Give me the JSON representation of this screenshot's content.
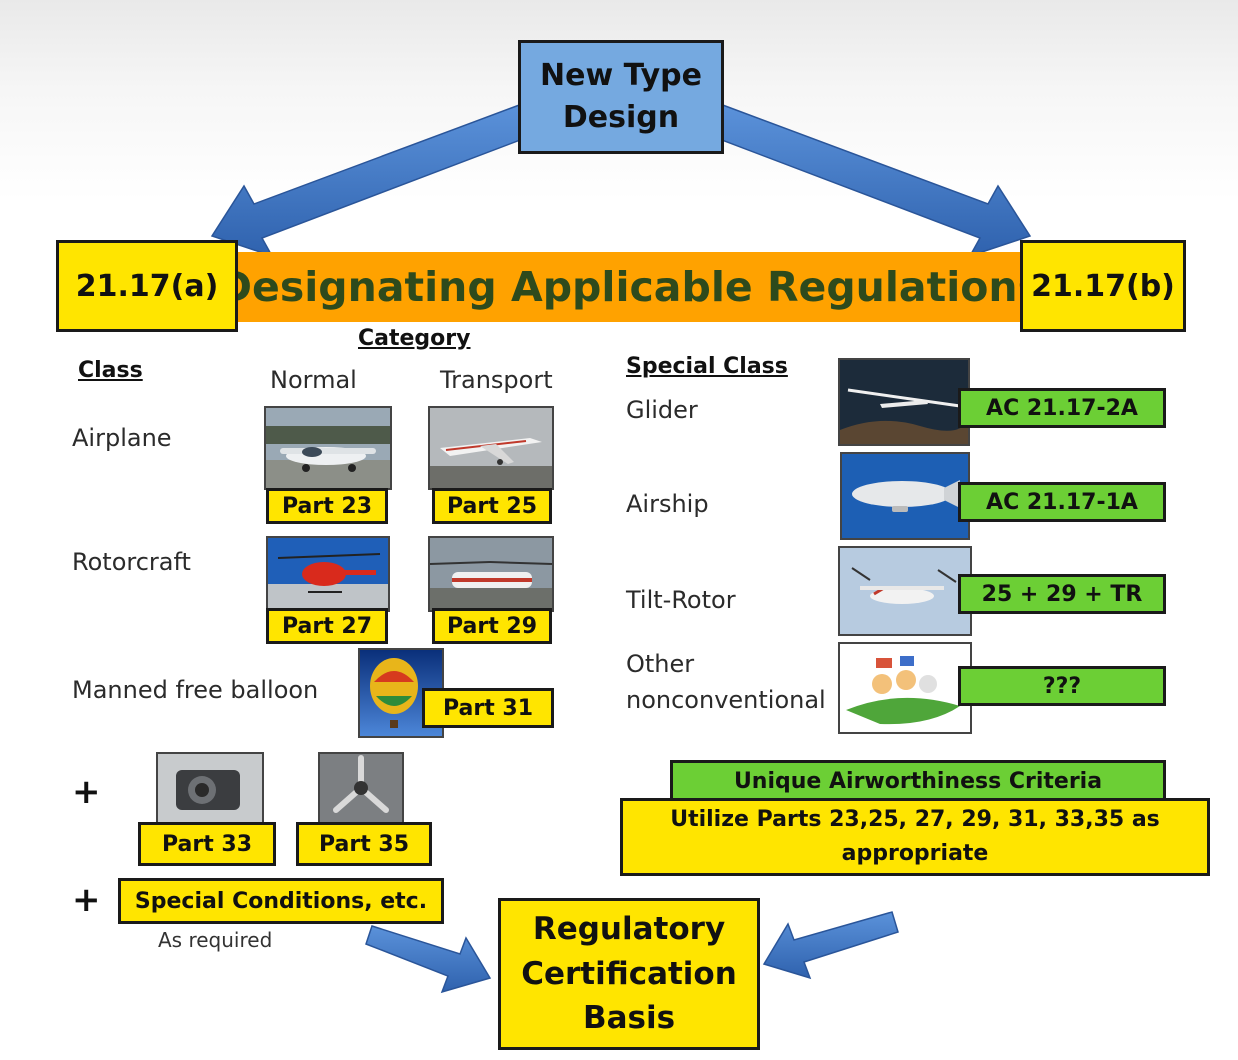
{
  "top_box": {
    "line1": "New Type",
    "line2": "Design"
  },
  "banner": {
    "left_label": "21.17(a)",
    "title": "Designating Applicable Regulations",
    "right_label": "21.17(b)"
  },
  "left": {
    "category_heading": "Category",
    "class_heading": "Class",
    "normal": "Normal",
    "transport": "Transport",
    "rows": {
      "airplane": "Airplane",
      "rotorcraft": "Rotorcraft",
      "balloon": "Manned free balloon"
    },
    "parts": {
      "p23": "Part 23",
      "p25": "Part 25",
      "p27": "Part 27",
      "p29": "Part 29",
      "p31": "Part 31",
      "p33": "Part 33",
      "p35": "Part 35"
    },
    "plus1": "+",
    "plus2": "+",
    "special_conditions": "Special Conditions, etc.",
    "as_required": "As required"
  },
  "right": {
    "special_class_heading": "Special Class",
    "glider": "Glider",
    "airship": "Airship",
    "tiltrotor": "Tilt-Rotor",
    "other_line1": "Other",
    "other_line2": "nonconventional",
    "ac_glider": "AC 21.17-2A",
    "ac_airship": "AC 21.17-1A",
    "tiltrotor_rule": "25 + 29 + TR",
    "other_rule": "???",
    "unique_criteria": "Unique Airworthiness Criteria",
    "utilize_line1": "Utilize Parts 23,25, 27, 29, 31, 33,35 as",
    "utilize_line2": "appropriate"
  },
  "bottom_box": {
    "line1": "Regulatory",
    "line2": "Certification",
    "line3": "Basis"
  },
  "colors": {
    "yellow": "#ffe500",
    "green": "#6ccf35",
    "blue_box": "#75a9e0",
    "orange_banner": "#ffa200",
    "arrow_blue": "#3f78c6",
    "title_text": "#2e4a1c"
  }
}
